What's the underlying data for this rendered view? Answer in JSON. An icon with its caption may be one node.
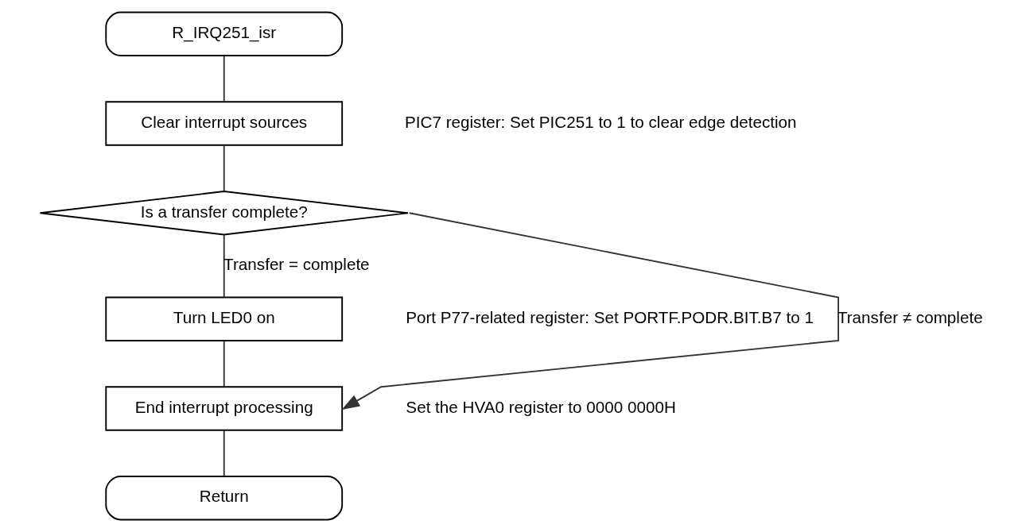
{
  "diagram": {
    "nodes": [
      {
        "text": [
          "R_IRQ251_isr"
        ]
      },
      {
        "text": [
          "Clear interrupt sources"
        ],
        "beside": [
          "PIC7 register: Set PIC251 to 1 to clear edge detection"
        ]
      },
      {
        "text": [
          "Is a transfer complete?"
        ]
      },
      {
        "text": [
          "Turn LED0 on"
        ],
        "beside": [
          "Port P77-related register: Set PORTF.PODR.BIT.B7 to 1"
        ]
      },
      {
        "text": [
          "End interrupt processing"
        ],
        "beside": [
          "Set the HVA0 register to 0000 0000H"
        ]
      },
      {
        "text": [
          "Return"
        ]
      }
    ],
    "edges": [
      {
        "from": 0,
        "to": 1,
        "arrow": "none"
      },
      {
        "from": 1,
        "to": 2,
        "arrow": "none"
      },
      {
        "from": 2,
        "to": 3,
        "arrow": "none",
        "label": "Transfer = complete"
      },
      {
        "from": 3,
        "to": 4,
        "arrow": "none"
      },
      {
        "from": 2,
        "to": 4,
        "arrow": "to",
        "label": "Transfer ≠ complete"
      },
      {
        "from": 4,
        "to": 5,
        "arrow": "none"
      }
    ]
  }
}
